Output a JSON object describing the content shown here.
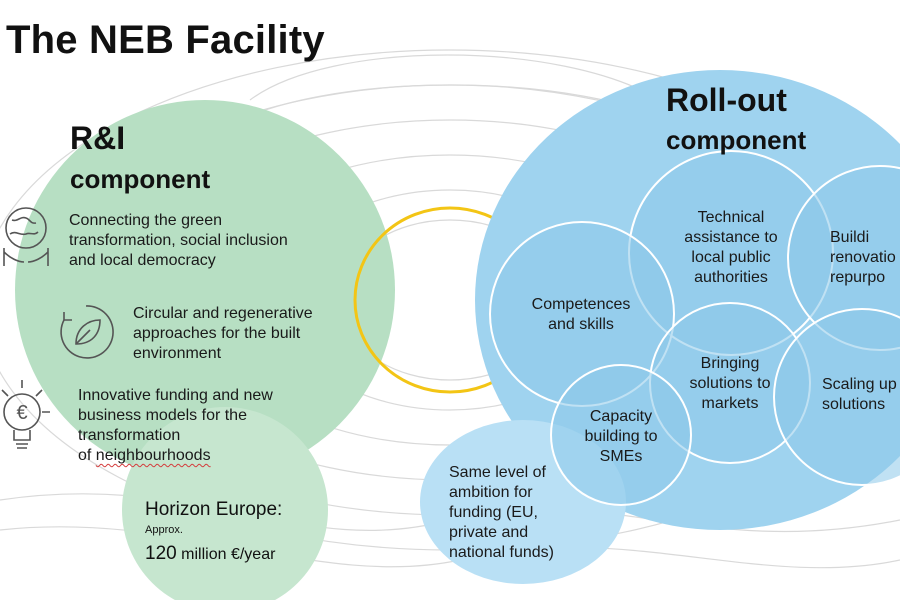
{
  "title": "The NEB Facility",
  "colors": {
    "green_bubble": "#b7dfc3",
    "green_bubble_light": "#c6e6cf",
    "blue_bubble": "#9fd3ef",
    "blue_bubble_light": "#b9e0f5",
    "blue_inner": "#8dc8ea",
    "ring_yellow": "#f3c515",
    "contour_gray": "#d8d8d8",
    "icon_gray": "#555555"
  },
  "ri": {
    "title_line1": "R&I",
    "title_line2": "component",
    "items": [
      {
        "icon": "globe-hands-icon",
        "text": "Connecting the green\ntransformation, social inclusion\nand local democracy"
      },
      {
        "icon": "leaf-cycle-icon",
        "text": "Circular and regenerative\napproaches for the built\nenvironment"
      },
      {
        "icon": "euro-bulb-icon",
        "text_main": "Innovative funding and new\nbusiness models for the\ntransformation\nof ",
        "text_underlined": "neighbourhoods"
      }
    ],
    "funding": {
      "line1": "Horizon Europe:",
      "line2": "Approx.",
      "amount": "120",
      "unit": "million €/year"
    }
  },
  "rollout": {
    "title_line1": "Roll-out",
    "title_line2": "component",
    "bubbles": [
      {
        "key": "technical",
        "text": "Technical\nassistance to\nlocal public\nauthorities"
      },
      {
        "key": "building",
        "text": "Buildi\nrenovatio\nrepurpo"
      },
      {
        "key": "competences",
        "text": "Competences\nand skills"
      },
      {
        "key": "bringing",
        "text": "Bringing\nsolutions to\nmarkets"
      },
      {
        "key": "scaling",
        "text": "Scaling up\nsolutions"
      },
      {
        "key": "capacity",
        "text": "Capacity\nbuilding to\nSMEs"
      }
    ],
    "funding_text": "Same level of\nambition for\nfunding (EU,\nprivate and\nnational funds)"
  }
}
